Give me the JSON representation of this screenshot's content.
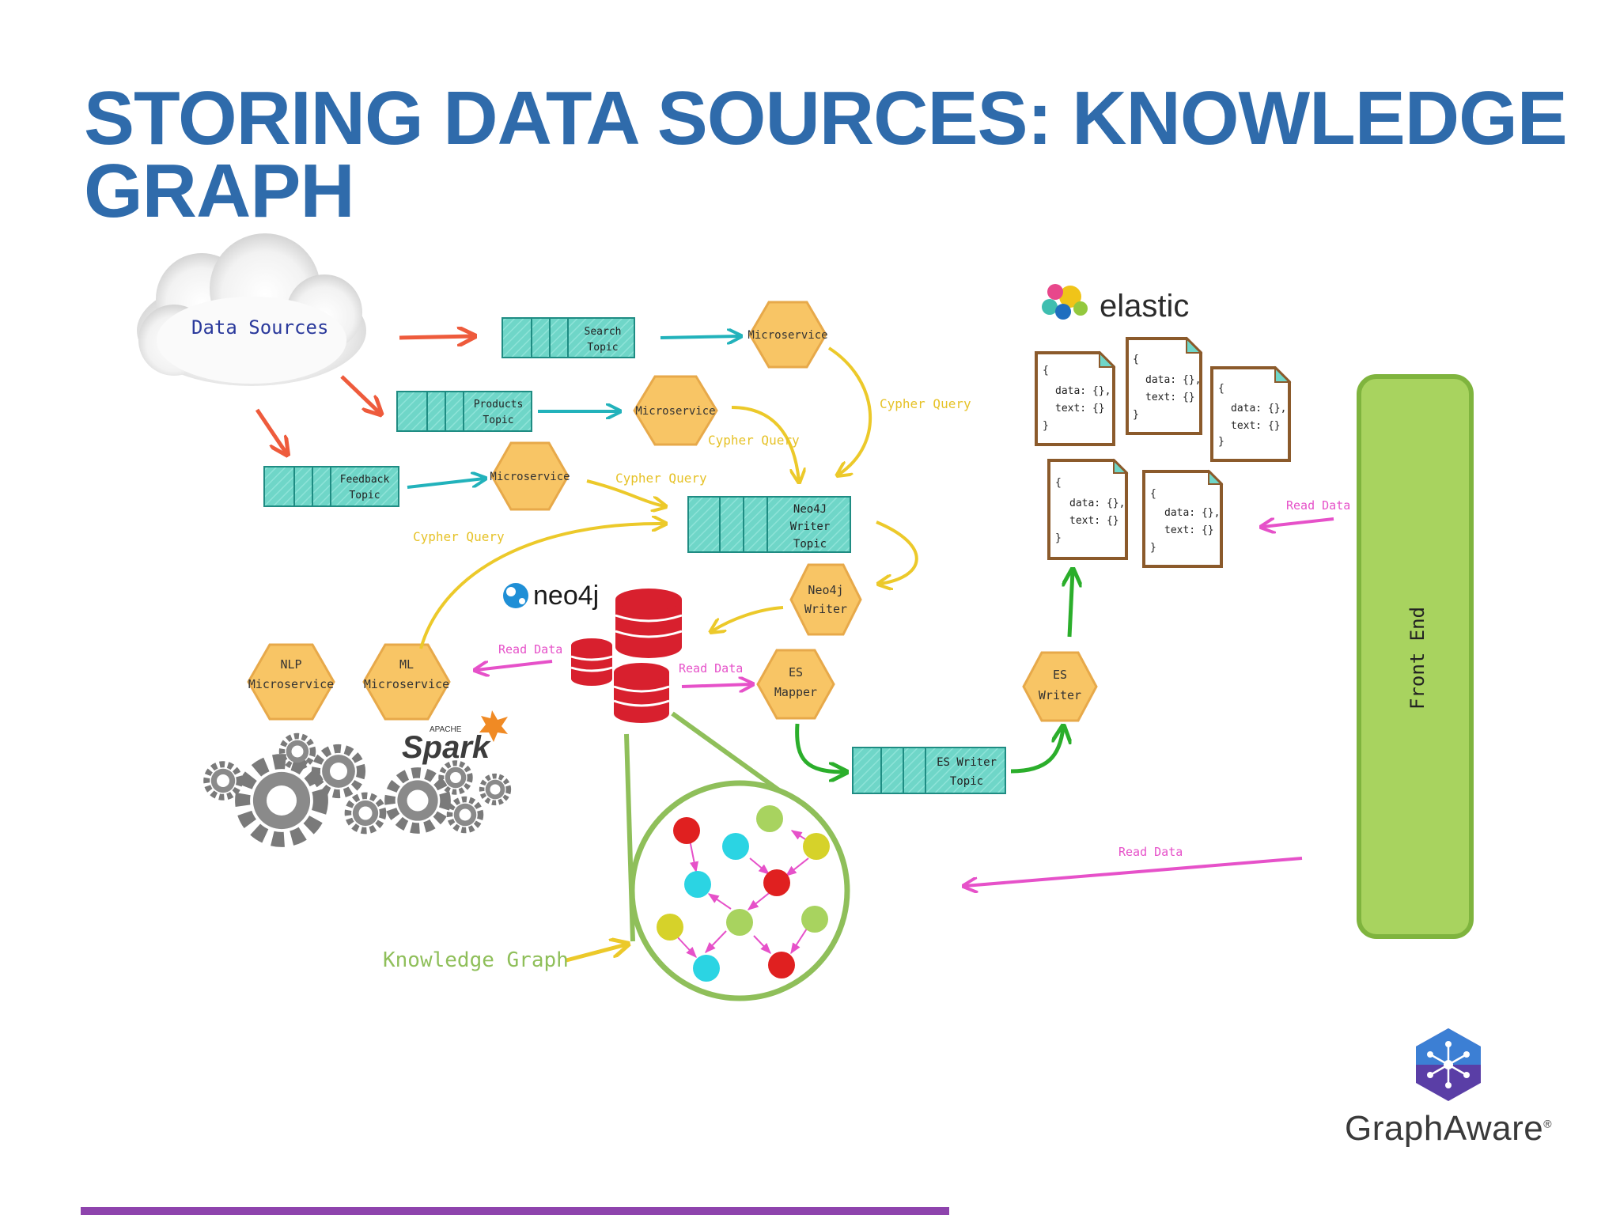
{
  "title": "STORING DATA SOURCES: KNOWLEDGE GRAPH",
  "labels": {
    "data_sources": "Data Sources",
    "search_topic": [
      "Search",
      "Topic"
    ],
    "products_topic": [
      "Products",
      "Topic"
    ],
    "feedback_topic": [
      "Feedback",
      "Topic"
    ],
    "microservice": "Microservice",
    "cypher_query": "Cypher Query",
    "neo4j_writer_topic": [
      "Neo4J",
      "Writer",
      "Topic"
    ],
    "neo4j_writer": [
      "Neo4j",
      "Writer"
    ],
    "neo4j_logo": "neo4j",
    "nlp_microservice": [
      "NLP",
      "Microservice"
    ],
    "ml_microservice": [
      "ML",
      "Microservice"
    ],
    "spark_small": "APACHE",
    "spark": "Spark",
    "read_data": "Read Data",
    "es_mapper": [
      "ES",
      "Mapper"
    ],
    "es_writer_topic": [
      "ES Writer",
      "Topic"
    ],
    "es_writer": [
      "ES",
      "Writer"
    ],
    "elastic": "elastic",
    "doc": [
      "{",
      "data: {},",
      "text: {}",
      "}"
    ],
    "front_end": "Front End",
    "knowledge_graph": "Knowledge Graph",
    "graphaware": "GraphAware",
    "registered": "®"
  },
  "colors": {
    "title": "#2f6bab",
    "hexagon": "#f8c565",
    "topic": "#6fd6c8",
    "arrow_red": "#ee5b3c",
    "arrow_teal": "#22b2bb",
    "arrow_yellow": "#ecc92a",
    "arrow_pink": "#e651c9",
    "arrow_green": "#2bae2b",
    "db_red": "#d8202e",
    "front_end": "#a8d35f",
    "doc_border": "#8b5a2b",
    "bottom_bar": "#8e44ad"
  }
}
